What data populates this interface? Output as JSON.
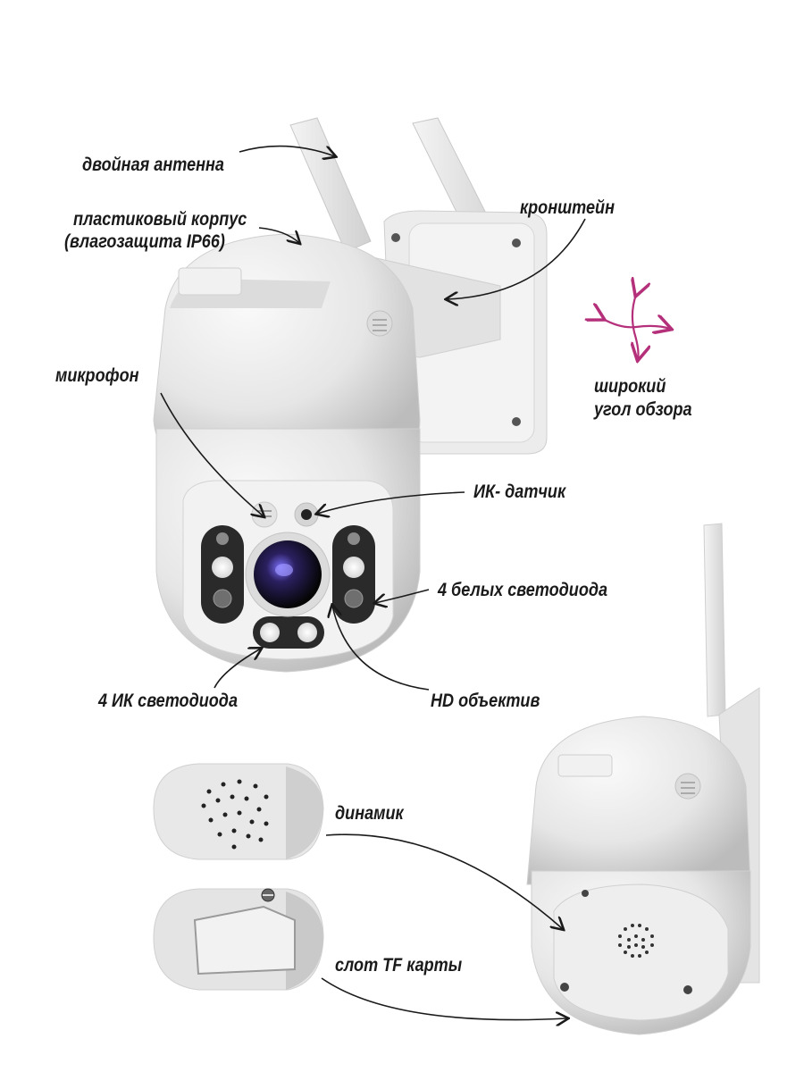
{
  "labels": {
    "antenna": "двойная антенна",
    "housing_line1": "пластиковый корпус",
    "housing_line2": "(влагозащита IP66)",
    "bracket": "кронштейн",
    "wide_angle_line1": "широкий",
    "wide_angle_line2": "угол обзора",
    "microphone": "микрофон",
    "ir_sensor": "ИК- датчик",
    "white_leds": "4 белых светодиода",
    "ir_leds": "4 ИК светодиода",
    "hd_lens": "HD объектив",
    "speaker": "динамик",
    "tf_slot": "слот TF карты"
  },
  "colors": {
    "background": "#ffffff",
    "text": "#1a1a1a",
    "camera_body": "#e9e9e9",
    "camera_shadow": "#bdbdbd",
    "face_plate": "#2a2a2a",
    "lens_accent": "#5a4fd0",
    "rotate_icon": "#b5307a"
  },
  "icons": {
    "rotate": "rotate-arrows-icon"
  }
}
